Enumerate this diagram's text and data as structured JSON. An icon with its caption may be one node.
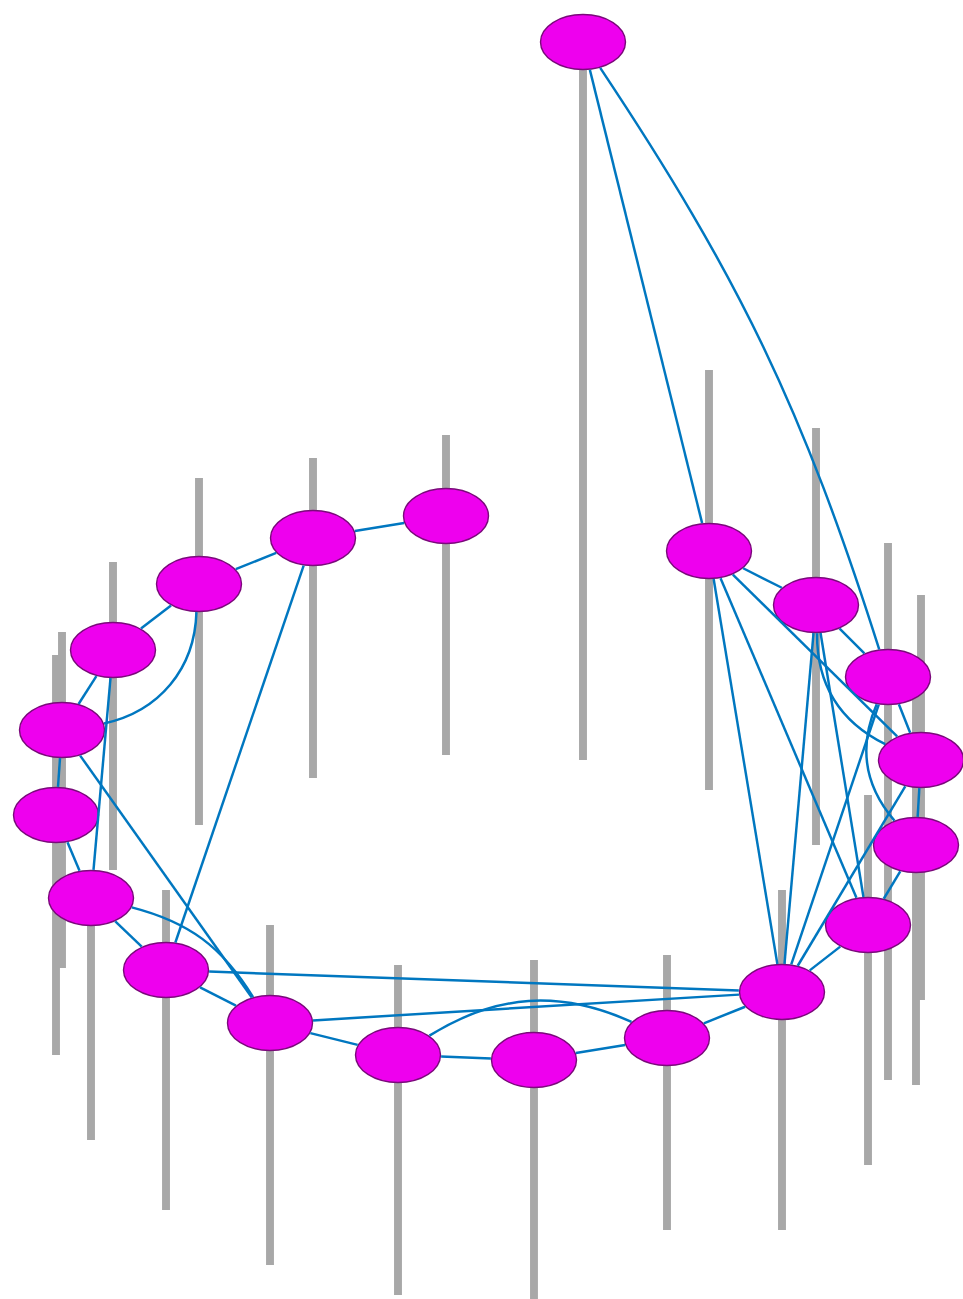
{
  "diagram": {
    "nodes": [
      {
        "text": [],
        "shape": "ellipse"
      },
      {
        "text": [],
        "shape": "ellipse"
      },
      {
        "text": [],
        "shape": "ellipse"
      },
      {
        "text": [],
        "shape": "ellipse"
      },
      {
        "text": [],
        "shape": "ellipse"
      },
      {
        "text": [],
        "shape": "ellipse"
      },
      {
        "text": [],
        "shape": "ellipse"
      },
      {
        "text": [],
        "shape": "ellipse"
      },
      {
        "text": [],
        "shape": "ellipse"
      },
      {
        "text": [],
        "shape": "ellipse"
      },
      {
        "text": [],
        "shape": "ellipse"
      },
      {
        "text": [],
        "shape": "ellipse"
      },
      {
        "text": [],
        "shape": "ellipse"
      },
      {
        "text": [],
        "shape": "ellipse"
      },
      {
        "text": [],
        "shape": "ellipse"
      },
      {
        "text": [],
        "shape": "ellipse"
      },
      {
        "text": [],
        "shape": "ellipse"
      },
      {
        "text": [],
        "shape": "ellipse"
      },
      {
        "text": [],
        "shape": "ellipse"
      },
      {
        "text": [],
        "shape": "ellipse"
      }
    ],
    "edges": [
      {
        "from": 0,
        "to": 19,
        "arrow": "none"
      },
      {
        "from": 0,
        "to": 17,
        "arrow": "none"
      },
      {
        "from": 1,
        "to": 2,
        "arrow": "none"
      },
      {
        "from": 2,
        "to": 3,
        "arrow": "none"
      },
      {
        "from": 2,
        "to": 8,
        "arrow": "none"
      },
      {
        "from": 3,
        "to": 4,
        "arrow": "none"
      },
      {
        "from": 3,
        "to": 5,
        "arrow": "none"
      },
      {
        "from": 4,
        "to": 5,
        "arrow": "none"
      },
      {
        "from": 4,
        "to": 7,
        "arrow": "none"
      },
      {
        "from": 5,
        "to": 6,
        "arrow": "none"
      },
      {
        "from": 5,
        "to": 9,
        "arrow": "none"
      },
      {
        "from": 6,
        "to": 7,
        "arrow": "none"
      },
      {
        "from": 7,
        "to": 8,
        "arrow": "none"
      },
      {
        "from": 7,
        "to": 9,
        "arrow": "none"
      },
      {
        "from": 8,
        "to": 9,
        "arrow": "none"
      },
      {
        "from": 8,
        "to": 13,
        "arrow": "none"
      },
      {
        "from": 9,
        "to": 13,
        "arrow": "none"
      },
      {
        "from": 9,
        "to": 10,
        "arrow": "none"
      },
      {
        "from": 10,
        "to": 11,
        "arrow": "none"
      },
      {
        "from": 10,
        "to": 12,
        "arrow": "none"
      },
      {
        "from": 11,
        "to": 12,
        "arrow": "none"
      },
      {
        "from": 12,
        "to": 13,
        "arrow": "none"
      },
      {
        "from": 13,
        "to": 14,
        "arrow": "none"
      },
      {
        "from": 13,
        "to": 16,
        "arrow": "none"
      },
      {
        "from": 13,
        "to": 17,
        "arrow": "none"
      },
      {
        "from": 13,
        "to": 18,
        "arrow": "none"
      },
      {
        "from": 13,
        "to": 19,
        "arrow": "none"
      },
      {
        "from": 14,
        "to": 15,
        "arrow": "none"
      },
      {
        "from": 14,
        "to": 18,
        "arrow": "none"
      },
      {
        "from": 14,
        "to": 19,
        "arrow": "none"
      },
      {
        "from": 15,
        "to": 16,
        "arrow": "none"
      },
      {
        "from": 15,
        "to": 17,
        "arrow": "none"
      },
      {
        "from": 16,
        "to": 17,
        "arrow": "none"
      },
      {
        "from": 16,
        "to": 18,
        "arrow": "none"
      },
      {
        "from": 16,
        "to": 19,
        "arrow": "none"
      },
      {
        "from": 17,
        "to": 18,
        "arrow": "none"
      },
      {
        "from": 18,
        "to": 19,
        "arrow": "none"
      }
    ]
  }
}
